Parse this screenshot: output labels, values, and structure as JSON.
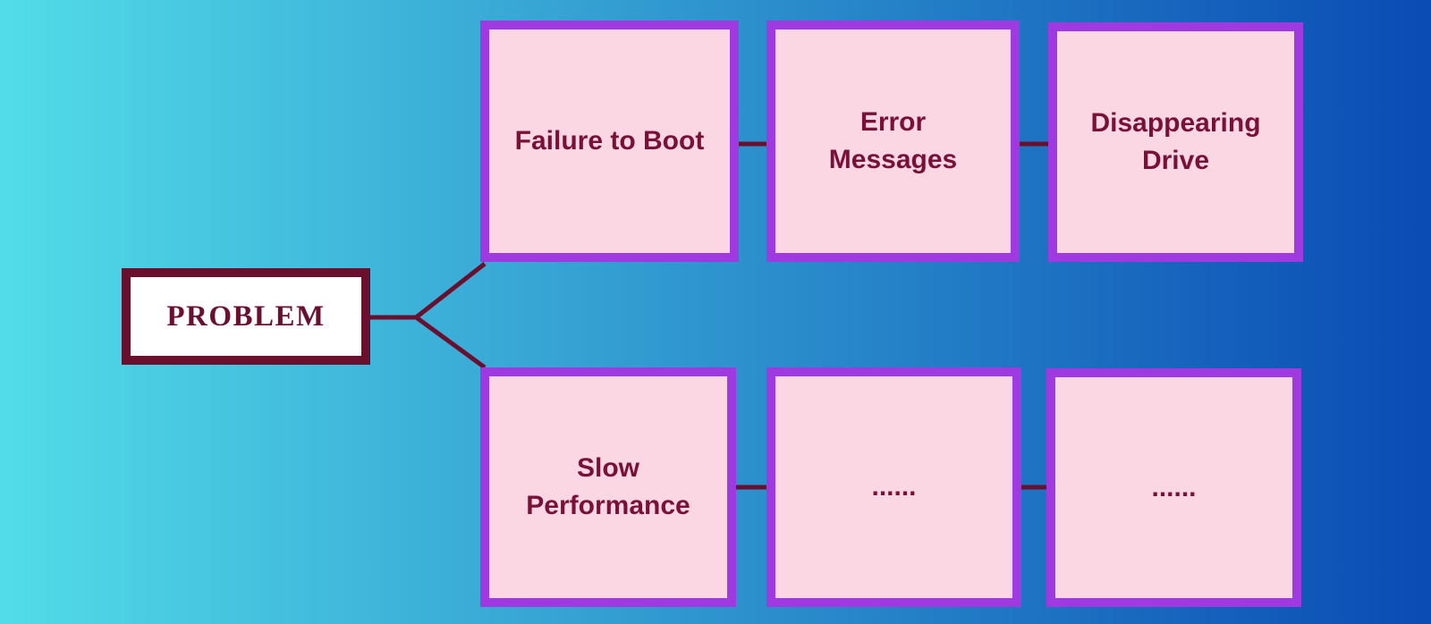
{
  "diagram": {
    "root": {
      "label": "PROBLEM"
    },
    "top_row": [
      {
        "label": "Failure to Boot"
      },
      {
        "label": "Error\nMessages"
      },
      {
        "label": "Disappearing\nDrive"
      }
    ],
    "bottom_row": [
      {
        "label": "Slow\nPerformance"
      },
      {
        "label": "......"
      },
      {
        "label": "......"
      }
    ],
    "colors": {
      "background_left": "#52dce8",
      "background_right": "#0a4bb4",
      "node_fill": "#fbd7e4",
      "node_border": "#9f3ae0",
      "node_text": "#7a1038",
      "root_fill": "#ffffff",
      "root_border": "#6b0f2f",
      "root_text": "#6b0f2f",
      "connector": "#6b0f2f"
    }
  }
}
